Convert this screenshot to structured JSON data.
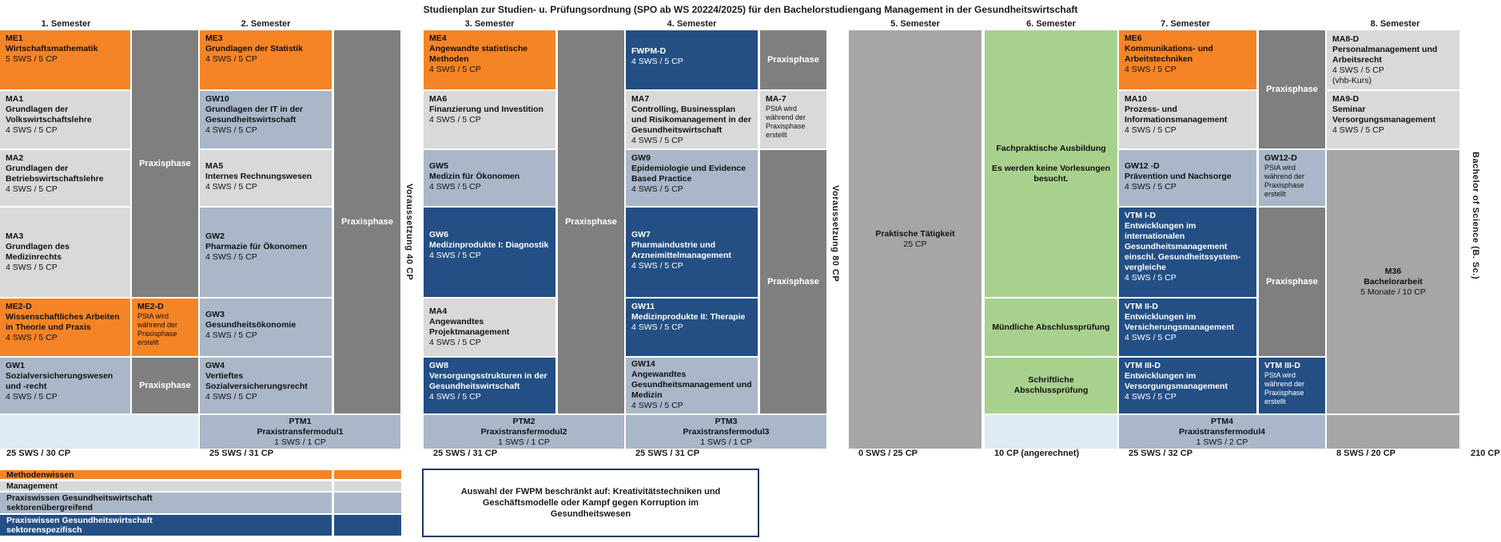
{
  "title": "Studienplan zur Studien- u. Prüfungsordnung (SPO ab WS 20224/2025) für den Bachelorstudiengang Management in der Gesundheitswirtschaft",
  "semesters": [
    "1. Semester",
    "2. Semester",
    "3. Semester",
    "4. Semester",
    "5. Semester",
    "6. Semester",
    "7. Semester",
    "8. Semester"
  ],
  "praxisphase": "Praxisphase",
  "modules": {
    "me1": {
      "code": "ME1",
      "name": "Wirtschaftsmathematik",
      "sws": "5 SWS / 5 CP"
    },
    "ma1": {
      "code": "MA1",
      "name": "Grundlagen der Volkswirtschaftslehre",
      "sws": "4 SWS / 5 CP"
    },
    "ma2": {
      "code": "MA2",
      "name": "Grundlagen der Betriebswirtschaftslehre",
      "sws": "4 SWS / 5 CP"
    },
    "ma3": {
      "code": "MA3",
      "name": "Grundlagen des Medizinrechts",
      "sws": "4 SWS / 5 CP"
    },
    "me2d": {
      "code": "ME2-D",
      "name": "Wissenschaftliches Arbeiten in Theorie und Praxis",
      "sws": "4 SWS / 5 CP"
    },
    "me2d_b": {
      "code": "ME2-D",
      "note": "PStA wird während der Praxisphase erstellt"
    },
    "gw1": {
      "code": "GW1",
      "name": "Sozialversicherungswesen und -recht",
      "sws": "4 SWS / 5 CP"
    },
    "me3": {
      "code": "ME3",
      "name": "Grundlagen der Statistik",
      "sws": "4 SWS / 5 CP"
    },
    "gw10": {
      "code": "GW10",
      "name": "Grundlagen der IT in der Gesundheitswirtschaft",
      "sws": "4 SWS / 5 CP"
    },
    "ma5": {
      "code": "MA5",
      "name": "Internes Rechnungswesen",
      "sws": "4 SWS / 5 CP"
    },
    "gw2": {
      "code": "GW2",
      "name": "Pharmazie für Ökonomen",
      "sws": "4 SWS / 5 CP"
    },
    "gw3": {
      "code": "GW3",
      "name": "Gesundheitsökonomie",
      "sws": "4 SWS / 5 CP"
    },
    "gw4": {
      "code": "GW4",
      "name": "Vertieftes Sozialversicherungsrecht",
      "sws": "4 SWS / 5 CP"
    },
    "me4": {
      "code": "ME4",
      "name": "Angewandte statistische Methoden",
      "sws": "4 SWS / 5 CP"
    },
    "ma6": {
      "code": "MA6",
      "name": "Finanzierung und Investition",
      "sws": "4 SWS / 5 CP"
    },
    "gw5": {
      "code": "GW5",
      "name": "Medizin für Ökonomen",
      "sws": "4 SWS / 5 CP"
    },
    "gw6": {
      "code": "GW6",
      "name": "Medizinprodukte I: Diagnostik",
      "sws": "4 SWS / 5 CP"
    },
    "ma4": {
      "code": "MA4",
      "name": "Angewandtes Projektmanagement",
      "sws": "4 SWS / 5 CP"
    },
    "gw8": {
      "code": "GW8",
      "name": "Versorgungsstrukturen in der Gesundheitswirtschaft",
      "sws": "4 SWS / 5 CP"
    },
    "fwpm": {
      "code": "FWPM-D",
      "sws": "4 SWS / 5 CP"
    },
    "ma7": {
      "code": "MA7",
      "name": "Controlling, Businessplan und Risikomanagement in der Gesundheitswirtschaft",
      "sws": "4 SWS / 5 CP"
    },
    "ma7_b": {
      "code": "MA-7",
      "note": "PStA wird während der Praxisphase erstellt"
    },
    "gw9": {
      "code": "GW9",
      "name": "Epidemiologie und Evidence Based Practice",
      "sws": "4 SWS / 5 CP"
    },
    "gw7": {
      "code": "GW7",
      "name": "Pharmaindustrie und Arzneimittelmanagement",
      "sws": "4 SWS / 5 CP"
    },
    "gw11": {
      "code": "GW11",
      "name": "Medizinprodukte II: Therapie",
      "sws": "4 SWS / 5 CP"
    },
    "gw14": {
      "code": "GW14",
      "name": "Angewandtes Gesundheitsmanagement und Medizin",
      "sws": "4 SWS / 5 CP"
    },
    "sem5": {
      "name": "Praktische Tätigkeit",
      "sws": "25 CP"
    },
    "sem6_a": {
      "name": "Fachpraktische Ausbildung",
      "note": "Es werden keine Vorlesungen besucht."
    },
    "sem6_b": {
      "name": "Mündliche Abschlussprüfung"
    },
    "sem6_c": {
      "name": "Schriftliche Abschlussprüfung"
    },
    "me6": {
      "code": "ME6",
      "name": "Kommunikations- und Arbeitstechniken",
      "sws": "4 SWS / 5 CP"
    },
    "ma10": {
      "code": "MA10",
      "name": "Prozess- und Informationsmanagement",
      "sws": "4 SWS / 5 CP"
    },
    "gw12": {
      "code": "GW12 -D",
      "name": "Prävention und Nachsorge",
      "sws": "4 SWS / 5 CP"
    },
    "gw12_b": {
      "code": "GW12-D",
      "note": "PStA wird während der Praxisphase erstellt"
    },
    "vtm1": {
      "code": "VTM I-D",
      "name": "Entwicklungen im internationalen Gesundheitsmanagement einschl. Gesundheitssystem-vergleiche",
      "sws": "4 SWS / 5 CP"
    },
    "vtm2": {
      "code": "VTM II-D",
      "name": "Entwicklungen im Versicherungsmanagement",
      "sws": "4 SWS / 5 CP"
    },
    "vtm3": {
      "code": "VTM III-D",
      "name": "Entwicklungen im Versorgungsmanagement",
      "sws": "4 SWS / 5 CP"
    },
    "vtm3_b": {
      "code": "VTM III-D",
      "note": "PStA wird während der Praxisphase erstellt"
    },
    "ma8": {
      "code": "MA8-D",
      "name": "Personalmanagement und Arbeitsrecht",
      "sws": "4 SWS / 5 CP",
      "note": "(vhb-Kurs)"
    },
    "ma9": {
      "code": "MA9-D",
      "name": "Seminar Versorgungsmanagement",
      "sws": "4 SWS / 5 CP"
    },
    "m36": {
      "code": "M36",
      "name": "Bachelorarbeit",
      "sws": "5 Monate / 10 CP"
    }
  },
  "ptm": [
    {
      "code": "PTM1",
      "name": "Praxistransfermodul1",
      "sws": "1 SWS / 1 CP"
    },
    {
      "code": "PTM2",
      "name": "Praxistransfermodul2",
      "sws": "1 SWS / 1 CP"
    },
    {
      "code": "PTM3",
      "name": "Praxistransfermodul3",
      "sws": "1 SWS / 1 CP"
    },
    {
      "code": "PTM4",
      "name": "Praxistransfermodul4",
      "sws": "1 SWS / 2 CP"
    }
  ],
  "voraussetzung_40": "Voraussetzung 40 CP",
  "voraussetzung_80": "Voraussetzung 80 CP",
  "degree": "Bachelor of Science (B. Sc.)",
  "totals": [
    "25 SWS / 30 CP",
    "25 SWS / 31 CP",
    "25 SWS / 31 CP",
    "25 SWS / 31 CP",
    "0 SWS / 25 CP",
    "10 CP (angerechnet)",
    "25 SWS / 32 CP",
    "8 SWS / 20 CP",
    "210 CP"
  ],
  "legend": {
    "methoden": "Methodenwissen",
    "management": "Management",
    "praxis_ueber": "Praxiswissen Gesundheitswirtschaft sektorenübergreifend",
    "praxis_spez": "Praxiswissen Gesundheitswirtschaft sektorenspezifisch"
  },
  "fwpm_note": "Auswahl der FWPM beschränkt auf: Kreativitätstechniken und Geschäftsmodelle oder Kampf gegen Korruption im Gesundheitswesen",
  "colors": {
    "methoden": "#f58426",
    "management": "#d9d9d9",
    "praxis_ueber": "#a9b7c9",
    "praxis_spez": "#234f85",
    "praxisphase": "#7f7f7f",
    "abschluss": "#a9d18e"
  }
}
